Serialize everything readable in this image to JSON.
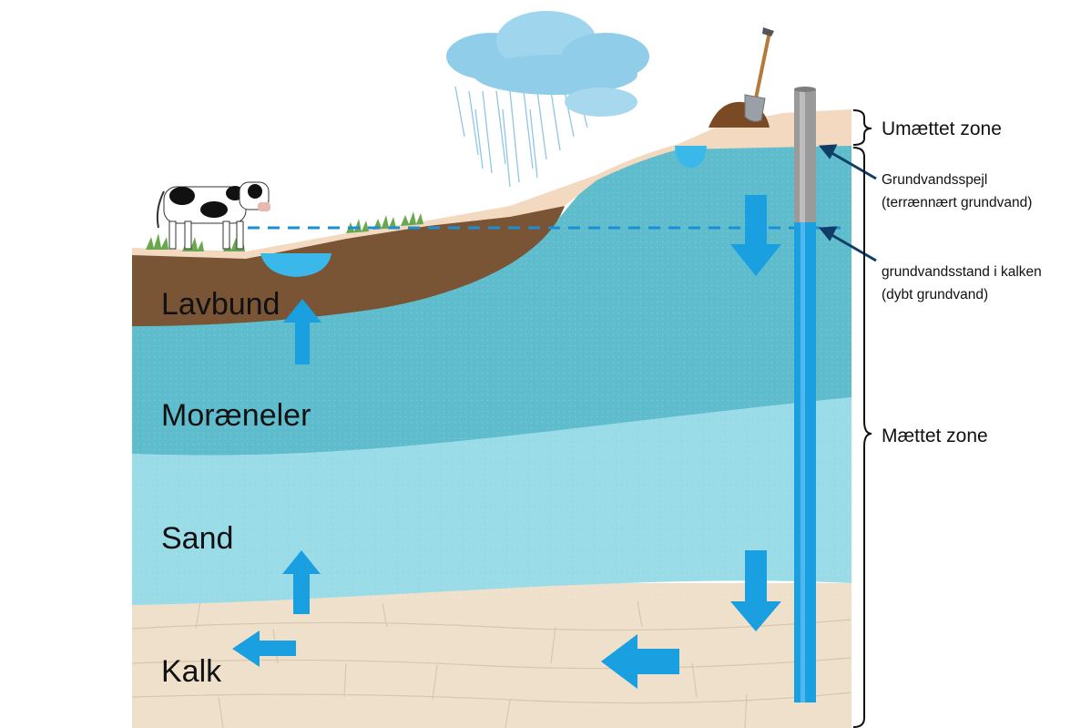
{
  "layers": {
    "lavbund": "Lavbund",
    "moraeneler": "Moræneler",
    "sand": "Sand",
    "kalk": "Kalk"
  },
  "zones": {
    "unsaturated": "Umættet zone",
    "saturated": "Mættet zone"
  },
  "annotations": {
    "water_table_line1": "Grundvandsspejl",
    "water_table_line2": "(terrænnært grundvand)",
    "chalk_level_line1": "grundvandsstand i kalken",
    "chalk_level_line2": "(dybt grundvand)"
  },
  "colors": {
    "lavbund": "#7a5535",
    "moraeneler": "#5fbccc",
    "sand": "#9adbe8",
    "kalk": "#efe0cc",
    "surface_soil": "#f2d9bf",
    "arrow": "#1a9fe0",
    "well_pipe": "#9a9a9a",
    "well_water": "#1a9fe0"
  },
  "icons": [
    "cow-icon",
    "rain-cloud-icon",
    "shovel-icon",
    "well-pipe-icon"
  ]
}
